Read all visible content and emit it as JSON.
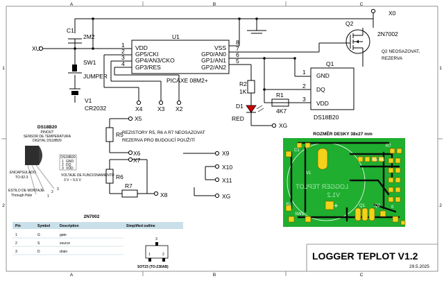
{
  "frame": {
    "columns": [
      "A",
      "B",
      "C"
    ],
    "rows": [
      "1",
      "2"
    ]
  },
  "title_block": {
    "title": "LOGGER TEPLOT V1.2",
    "date": "29.5.2025"
  },
  "ports": {
    "xu": "XU",
    "x0": "X0",
    "x2": "X2",
    "x3": "X3",
    "x4": "X4",
    "x5": "X5",
    "x6": "X6",
    "x7": "X7",
    "x8": "X8",
    "x9": "X9",
    "x10": "X10",
    "x11": "X11",
    "xg_led": "XG",
    "xg_bottom": "XG"
  },
  "parts": {
    "c1": {
      "ref": "C1",
      "value": "2M2"
    },
    "sw1": {
      "ref": "SW1",
      "value": "JUMPER"
    },
    "v1": {
      "ref": "V1",
      "value": "CR2032"
    },
    "u1": {
      "ref": "U1",
      "value": "PICAXE 08M2+",
      "left_pins": [
        {
          "num": "1",
          "name": "VDD"
        },
        {
          "num": "2",
          "name": "GP5/CKI"
        },
        {
          "num": "3",
          "name": "GP4/AN3/CKO"
        },
        {
          "num": "4",
          "name": "GP3/RES"
        }
      ],
      "right_pins": [
        {
          "num": "8",
          "name": "VSS"
        },
        {
          "num": "7",
          "name": "GP0/AN0"
        },
        {
          "num": "6",
          "name": "GP1/AN1"
        },
        {
          "num": "5",
          "name": "GP2/AN2"
        }
      ]
    },
    "q1": {
      "ref": "Q1",
      "value": "DS18B20",
      "pins": [
        {
          "num": "1",
          "name": "GND"
        },
        {
          "num": "2",
          "name": "DQ"
        },
        {
          "num": "3",
          "name": "VDD"
        }
      ]
    },
    "q2": {
      "ref": "Q2",
      "value": "2N7002",
      "note_line1": "Q2 NEOSAZOVAT,",
      "note_line2": "REZERVA"
    },
    "r1": {
      "ref": "R1",
      "value": "4K7"
    },
    "r2": {
      "ref": "R2",
      "value": "1K"
    },
    "d1": {
      "ref": "D1",
      "value": "RED"
    },
    "r5": {
      "ref": "R5"
    },
    "r6": {
      "ref": "R6"
    },
    "r7": {
      "ref": "R7"
    }
  },
  "notes": {
    "resistors_line1": "REZISTORY R5, R6 A R7 NEOSAZOVAT",
    "resistors_line2": "REZERVA PRO BUDOUCÍ POUŽITÍ"
  },
  "ds18b20_card": {
    "heading": "DS18B20",
    "sub1": "PINOUT",
    "sub2": "SENSOR DE TEMPERATURA",
    "sub3": "DIGITAL DS18B20",
    "table_title": "DS18B20",
    "table_rows": [
      {
        "num": "1",
        "name": "GND"
      },
      {
        "num": "2",
        "name": "DQ"
      },
      {
        "num": "3",
        "name": "VDD"
      }
    ],
    "enc_label": "ENCAPSULADO",
    "enc_value": "TO-92-3",
    "volt_label": "VOLTAJE DE FUNCIONAMIENTO",
    "volt_value": "3 V ~ 5.5 V",
    "mount_label": "ESTILO DE MONTAJE",
    "mount_value": "Through Hole",
    "leg_numbers": [
      "1",
      "2",
      "3"
    ]
  },
  "n7002_table": {
    "title": "2N7002",
    "headers": [
      "Pin",
      "Symbol",
      "Description",
      "Simplified outline"
    ],
    "rows": [
      {
        "pin": "1",
        "symbol": "G",
        "description": "gate"
      },
      {
        "pin": "2",
        "symbol": "S",
        "description": "source"
      },
      {
        "pin": "3",
        "symbol": "D",
        "description": "drain"
      }
    ],
    "package": "SOT23 (TO-236AB)",
    "pkg_pins": [
      "1",
      "2",
      "3"
    ]
  },
  "pcb": {
    "title": "ROZMĚR DESKY 38x27 mm",
    "labels": {
      "c1": "C1",
      "v1": "V1",
      "r5": "R5",
      "r6": "R6",
      "r7": "R7",
      "xu": "XU",
      "sw1": "SW1",
      "q1": "Q1",
      "q2": "Q2",
      "zero": "0",
      "plus": "+",
      "mirror_line1": "LOGGER TEPLOT",
      "mirror_line2": "V1.2"
    },
    "colors": {
      "board": "#1fae2f",
      "copper": "#f2d21a"
    }
  },
  "colors": {
    "led": "#cc0000",
    "frame": "#777777"
  }
}
